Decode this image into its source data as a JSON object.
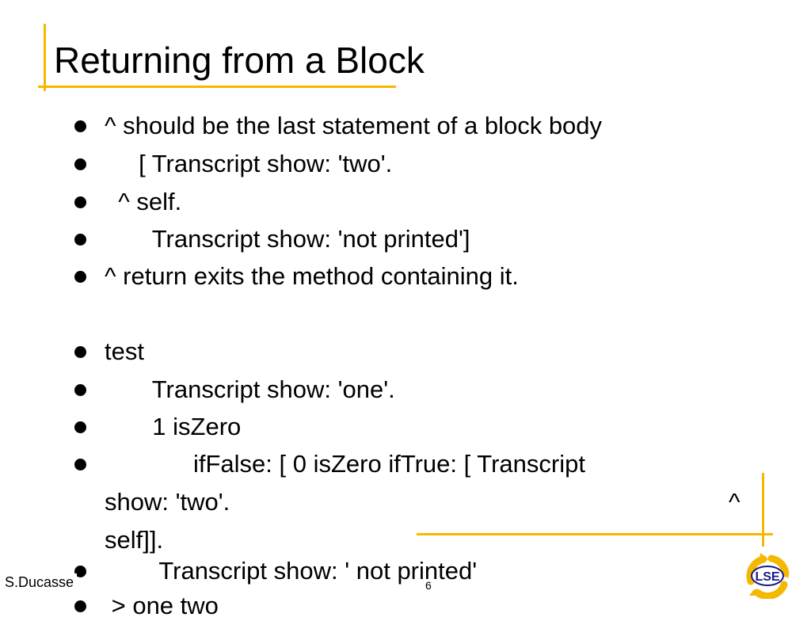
{
  "slide": {
    "title": "Returning from a Block",
    "bullets": [
      "^ should be the last statement of a block body",
      "     [ Transcript show: 'two'.",
      "  ^ self.",
      "       Transcript show: 'not printed']",
      "^ return exits the method containing it.",
      "test",
      "       Transcript show: 'one'.",
      "       1 isZero"
    ],
    "wrapped_bullet": {
      "line1": "             ifFalse: [ 0 isZero ifTrue: [ Transcript",
      "line2": "show: 'two'.",
      "caret": "^",
      "line3": "self]]."
    },
    "bullets_after": [
      "        Transcript show: ' not printed'",
      " > one two"
    ],
    "footer": {
      "author": "S.Ducasse",
      "page_number": "6"
    },
    "logo": {
      "text": "LSE",
      "colors": {
        "ring": "#f5b800",
        "text": "#1a1a8c"
      }
    },
    "accent_color": "#f5b800"
  }
}
